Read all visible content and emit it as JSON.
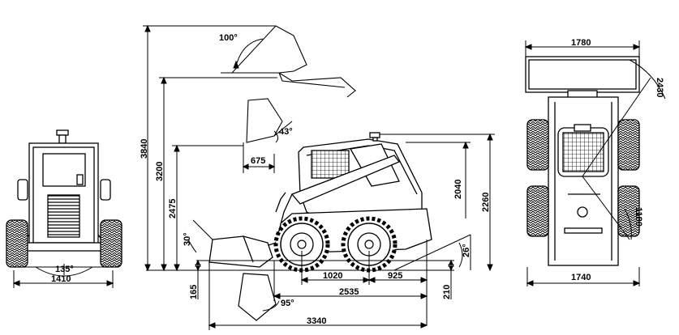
{
  "drawing": {
    "front_view": {
      "dimensions": {
        "overall_width": "1410",
        "ground_angle": "135°"
      }
    },
    "side_view": {
      "dimensions": {
        "max_height": "3840",
        "pin_height": "3200",
        "dump_height": "2475",
        "cab_height": "2260",
        "body_height": "2040",
        "overall_length": "3340",
        "length_no_bucket": "2535",
        "wheelbase": "1020",
        "rear_overhang": "925",
        "dump_reach": "675",
        "bucket_below_ground": "165",
        "ground_clearance": "210",
        "dump_angle_raised": "100°",
        "rollback_angle_raised": "43°",
        "rollback_angle_ground": "30°",
        "departure_angle": "26°",
        "dump_angle_low": "95°"
      }
    },
    "top_view": {
      "dimensions": {
        "bucket_width": "1780",
        "track_width": "1740",
        "turning_radius_outer": "2430",
        "turning_radius_inner": "1180"
      }
    }
  }
}
